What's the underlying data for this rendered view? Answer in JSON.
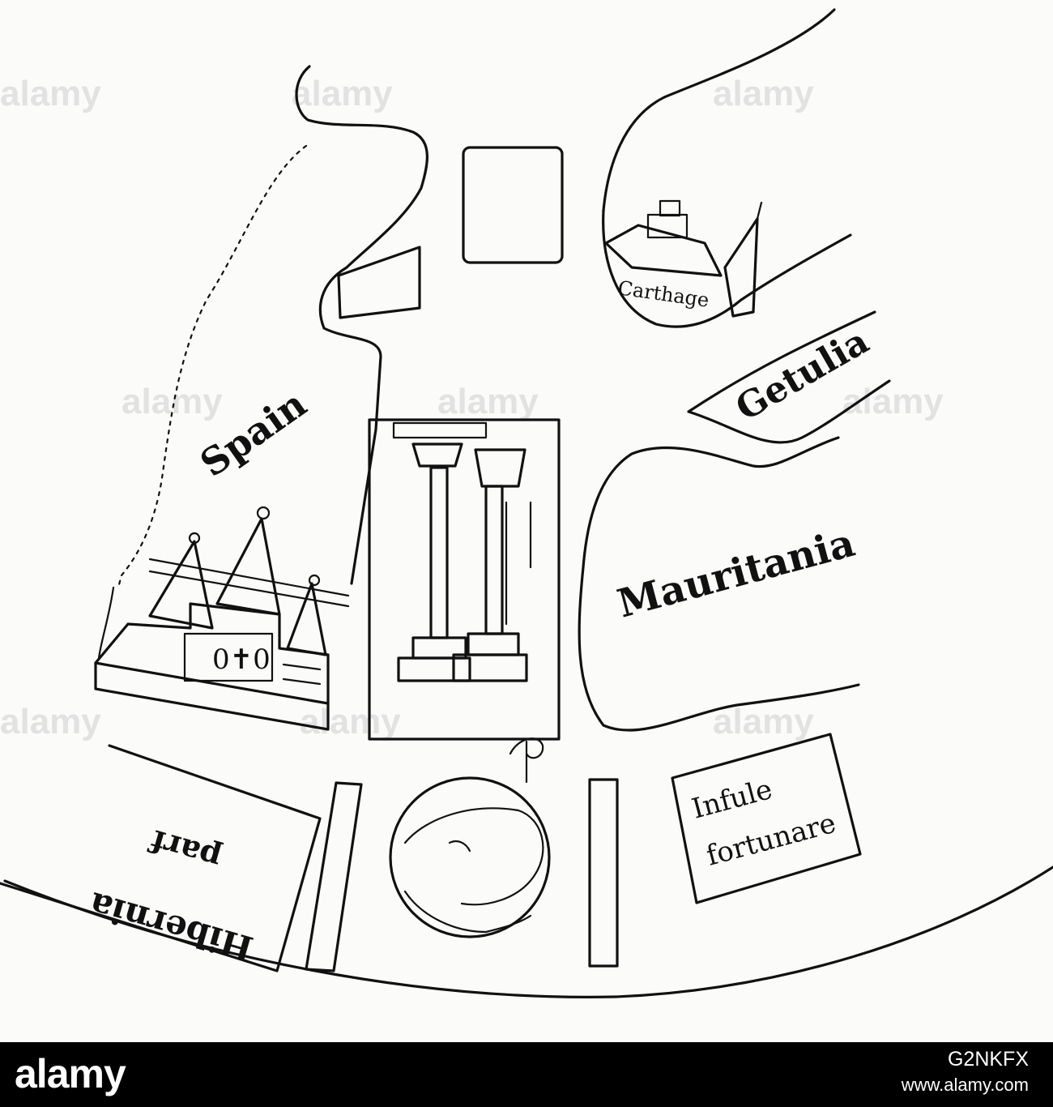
{
  "map": {
    "regions": {
      "spain": "Spain",
      "carthage": "Carthage",
      "getulia": "Getulia",
      "mauritania": "Mauritania",
      "hibernia_line1": "Hibernia",
      "hibernia_line2": "parf",
      "insule_line1": "Infule",
      "insule_line2": "fortunare"
    }
  },
  "watermark": {
    "text": "alamy"
  },
  "footer": {
    "brand": "alamy",
    "image_id": "G2NKFX",
    "url": "www.alamy.com"
  },
  "colors": {
    "ink": "#111111",
    "paper": "#fbfbfa",
    "footer_bg": "#000000",
    "footer_text": "#ffffff"
  }
}
